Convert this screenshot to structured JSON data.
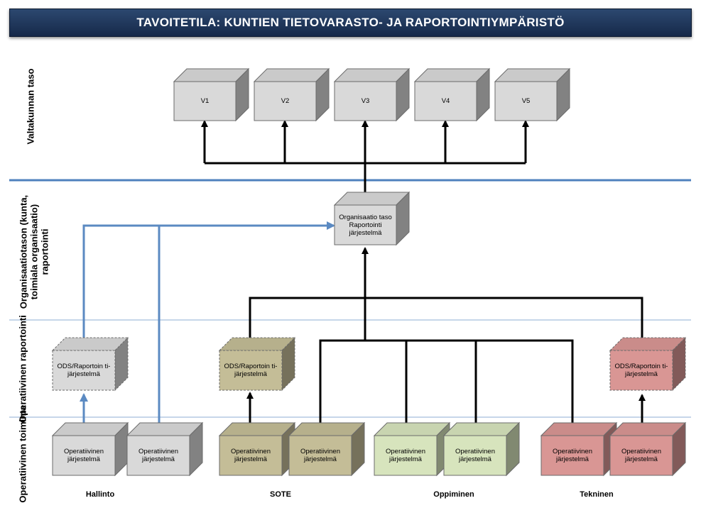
{
  "title": "TAVOITETILA: KUNTIEN TIETOVARASTO- JA RAPORTOINTIYMPÄRISTÖ",
  "row_labels": {
    "national": "Valtakunnan taso",
    "organization": "Organisaatiotason (kunta, toimiala organisaatio) raportointi",
    "operational_reporting": "Operatiivinen raportointi",
    "operational_activity": "Operatiivinen toiminta"
  },
  "national_boxes": [
    "V1",
    "V2",
    "V3",
    "V4",
    "V5"
  ],
  "org_box": "Organisaatio taso Raportointi järjestelmä",
  "ods_box": "ODS/Raportoin ti-järjestelmä",
  "op_box": "Operatiivinen järjestelmä",
  "groups": [
    "Hallinto",
    "SOTE",
    "Oppiminen",
    "Tekninen"
  ],
  "colors": {
    "title_bg": "#1f3a60",
    "separator_thick": "#4f81bd",
    "separator_thin": "#8eaed3",
    "blue_arrow": "#5b8ac2",
    "gray": "#d9d9d9",
    "tan": "#c4bd97",
    "green": "#d7e4bd",
    "red": "#d99694"
  }
}
